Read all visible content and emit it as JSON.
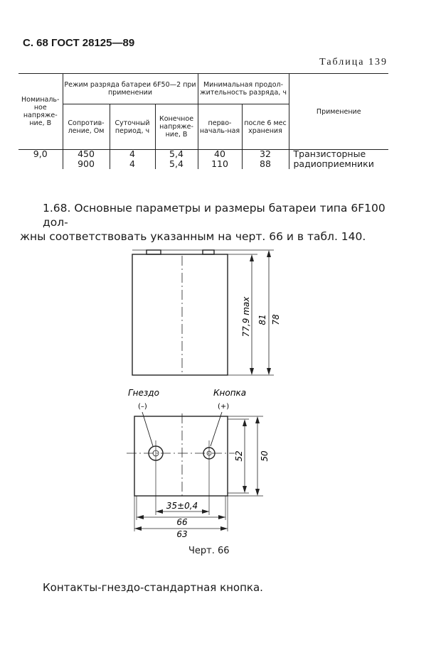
{
  "page_header": "С. 68 ГОСТ 28125—89",
  "table_number": "Таблица 139",
  "table": {
    "col_nominal": "Номиналь-ное напряже-ние, В",
    "group_mode": "Режим разряда батареи 6F50—2 при применении",
    "col_resistance": "Сопротив-ление, Ом",
    "col_daily": "Суточный период, ч",
    "col_final": "Конечное напряже-ние, В",
    "group_duration": "Минимальная продол-жительность разряда, ч",
    "col_initial": "перво-началь-ная",
    "col_after": "после 6 мес хранения",
    "col_application": "Применение",
    "rows": [
      {
        "nominal": "9,0",
        "resistance": "450",
        "daily": "4",
        "final": "5,4",
        "initial": "40",
        "after": "32",
        "application": "Транзисторные"
      },
      {
        "nominal": "",
        "resistance": "900",
        "daily": "4",
        "final": "5,4",
        "initial": "110",
        "after": "88",
        "application": "радиоприемники"
      }
    ]
  },
  "paragraph": {
    "line1": "1.68. Основные параметры и размеры батареи типа 6F100 дол-",
    "line2": "жны соответствовать указанным на черт. 66 и в табл. 140."
  },
  "drawing": {
    "dim_height_max": "77,9 max",
    "dim_81": "81",
    "dim_78": "78",
    "label_socket": "Гнездо",
    "label_socket_sign": "(–)",
    "label_button": "Кнопка",
    "label_button_sign": "(+)",
    "dim_52": "52",
    "dim_50": "50",
    "dim_35": "35±0,4",
    "dim_66": "66",
    "dim_63": "63"
  },
  "caption": "Черт. 66",
  "bottom_text": "Контакты-гнездо-стандартная кнопка."
}
